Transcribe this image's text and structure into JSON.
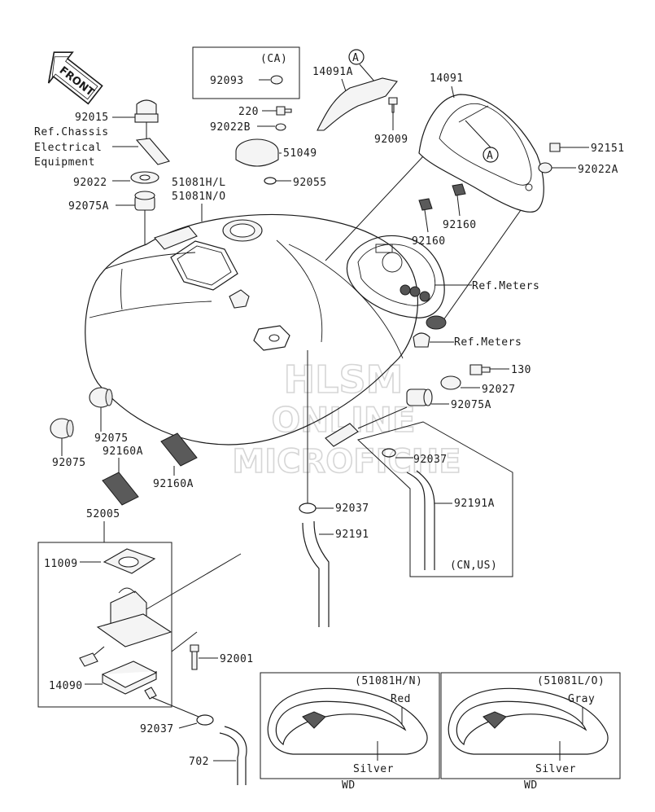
{
  "watermark": {
    "line1": "HLSM",
    "line2": "ONLINE",
    "line3": "MICROFICHE"
  },
  "orientation": {
    "front_label": "FRONT"
  },
  "labels": {
    "p92015": "92015",
    "ref_chassis_1": "Ref.Chassis",
    "ref_chassis_2": "Electrical",
    "ref_chassis_3": "Equipment",
    "p92022": "92022",
    "p92075A_left": "92075A",
    "ca_header": "(CA)",
    "p92093": "92093",
    "p220": "220",
    "p92022B": "92022B",
    "p51049": "51049",
    "p51081_1": "51081H/L",
    "p51081_2": "51081N/O",
    "p92055": "92055",
    "callout_a1": "A",
    "p14091A": "14091A",
    "p92009": "92009",
    "p14091": "14091",
    "callout_a2": "A",
    "p92151": "92151",
    "p92022A": "92022A",
    "p92160_1": "92160",
    "p92160_2": "92160",
    "ref_meters_1": "Ref.Meters",
    "ref_meters_2": "Ref.Meters",
    "p130": "130",
    "p92027": "92027",
    "p92075A_right": "92075A",
    "p92037_right": "92037",
    "p92191A": "92191A",
    "cn_us": "(CN,US)",
    "p92075_a": "92075",
    "p92160A_a": "92160A",
    "p92075_b": "92075",
    "p92160A_b": "92160A",
    "p52005": "52005",
    "p11009": "11009",
    "p92037_mid": "92037",
    "p92191": "92191",
    "p92001": "92001",
    "p14090": "14090",
    "p92037_low": "92037",
    "p702": "702",
    "tank_left_code": "(51081H/N)",
    "tank_left_color": "Red",
    "tank_left_base": "Silver",
    "tank_left_wd": "WD",
    "tank_right_code": "(51081L/O)",
    "tank_right_color": "Gray",
    "tank_right_base": "Silver",
    "tank_right_wd": "WD"
  }
}
